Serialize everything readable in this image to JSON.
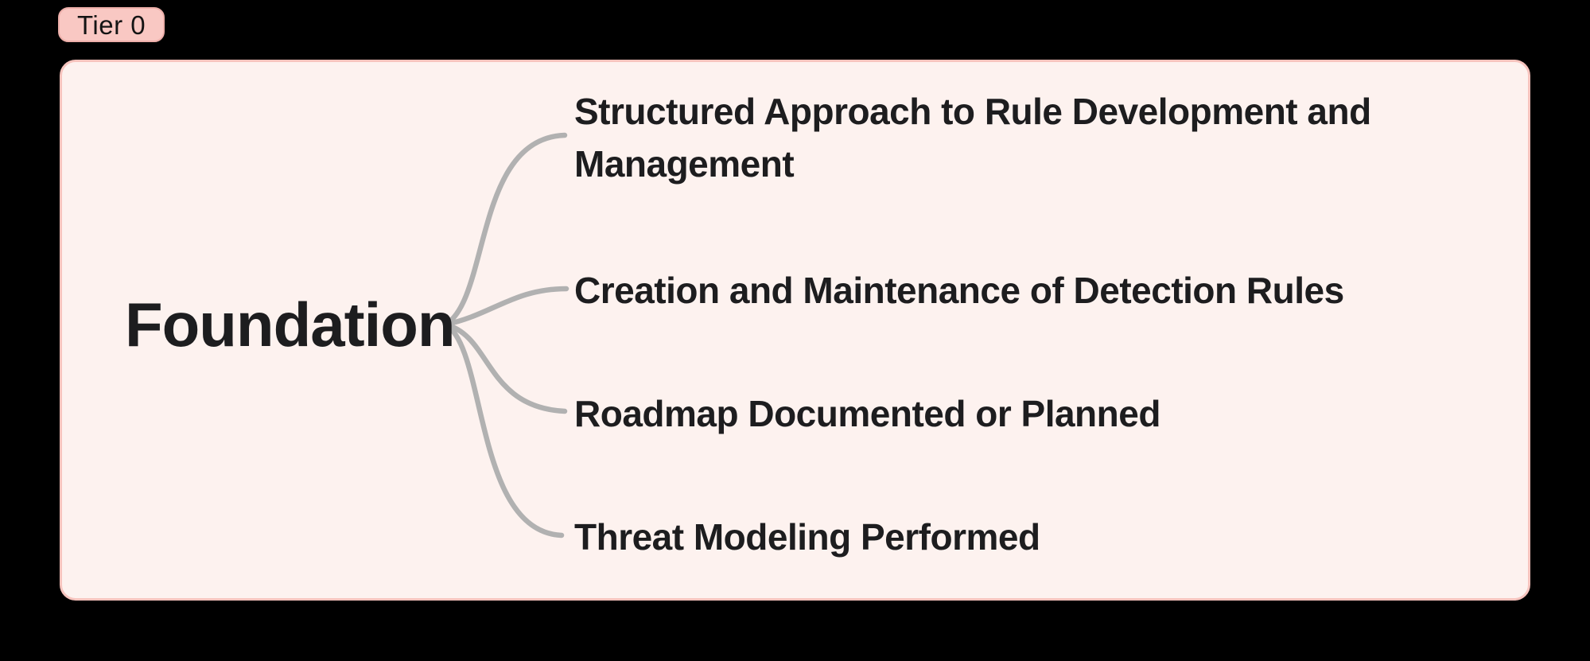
{
  "badge": {
    "label": "Tier 0"
  },
  "mindmap": {
    "root": {
      "label": "Foundation"
    },
    "branches": [
      {
        "label": "Structured Approach to Rule Development and Management"
      },
      {
        "label": "Creation and Maintenance of Detection Rules"
      },
      {
        "label": "Roadmap Documented or Planned"
      },
      {
        "label": "Threat Modeling Performed"
      }
    ]
  },
  "colors": {
    "background": "#000000",
    "panel_fill": "#fdf2ef",
    "panel_border": "#f7c4be",
    "badge_fill": "#f9c8c3",
    "badge_border": "#edafaa",
    "text": "#1d1d1f",
    "curve": "#b1b1b1"
  }
}
